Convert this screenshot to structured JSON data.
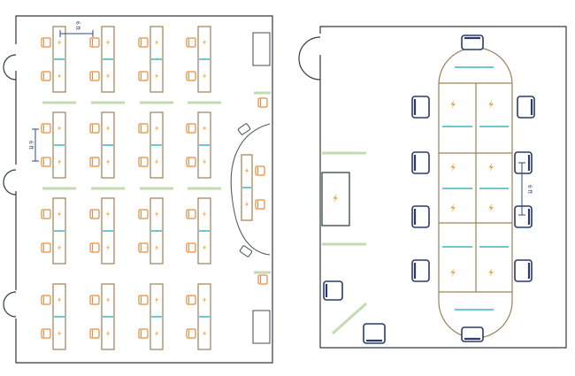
{
  "dimensions": {
    "left_horizontal": "6 ft",
    "left_vertical": "6 ft",
    "right_vertical": "6 ft"
  },
  "colors": {
    "wall": "#333a44",
    "desk": "#9a8259",
    "power_strip": "#6fc7cf",
    "chair_orange": "#e58a3d",
    "chair_navy": "#2a3b6a",
    "divider_green": "#c2dbb0",
    "power_icon": "#f0a640"
  },
  "icons": [
    "power-bolt-icon",
    "office-chair-icon",
    "door-swing-icon"
  ]
}
